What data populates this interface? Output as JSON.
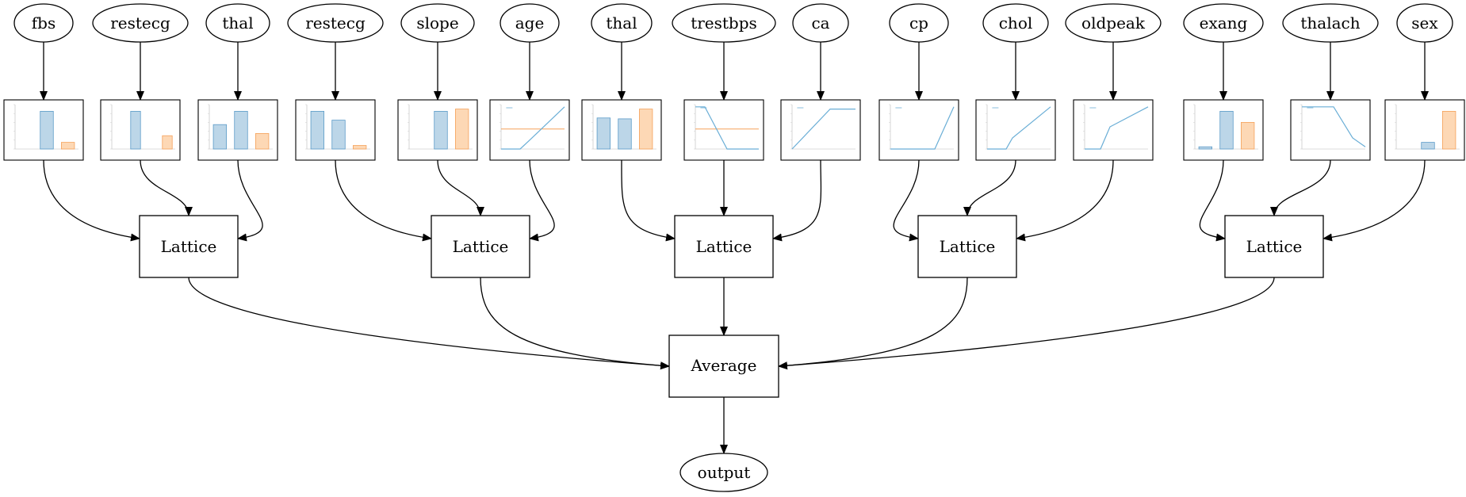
{
  "colors": {
    "stroke": "#000000",
    "blue_fill": "#bcd6e8",
    "blue_stroke": "#5b9bc8",
    "orange_fill": "#fdd8b5",
    "orange_stroke": "#f5a15a",
    "line_blue": "#6aaed6",
    "line_orange": "#f5a15a"
  },
  "features": [
    "fbs",
    "restecg",
    "thal",
    "restecg",
    "slope",
    "age",
    "thal",
    "trestbps",
    "ca",
    "cp",
    "chol",
    "oldpeak",
    "exang",
    "thalach",
    "sex"
  ],
  "plots": [
    {
      "kind": "bar",
      "values": [
        0.0,
        0.85,
        0.15
      ]
    },
    {
      "kind": "bar",
      "values": [
        0.0,
        0.85,
        0.0,
        0.3
      ]
    },
    {
      "kind": "bar",
      "values": [
        0.55,
        0.85,
        0.35
      ]
    },
    {
      "kind": "bar",
      "values": [
        0.85,
        0.65,
        0.08
      ]
    },
    {
      "kind": "bar",
      "values": [
        0.0,
        0.85,
        0.9
      ]
    },
    {
      "kind": "line",
      "series": [
        [
          0,
          0
        ],
        [
          0.3,
          0
        ],
        [
          0.45,
          0.2
        ],
        [
          1,
          0.95
        ]
      ],
      "flat": 0.45
    },
    {
      "kind": "bar",
      "values": [
        0.7,
        0.68,
        0.9
      ]
    },
    {
      "kind": "line",
      "series": [
        [
          0,
          0.95
        ],
        [
          0.15,
          0.95
        ],
        [
          0.5,
          0
        ],
        [
          1,
          0
        ]
      ],
      "flat": 0.45
    },
    {
      "kind": "line",
      "series": [
        [
          0,
          0
        ],
        [
          0.6,
          0.9
        ],
        [
          1,
          0.9
        ]
      ],
      "flat": null
    },
    {
      "kind": "line",
      "series": [
        [
          0,
          0
        ],
        [
          0.7,
          0
        ],
        [
          1,
          0.95
        ]
      ],
      "flat": null
    },
    {
      "kind": "line",
      "series": [
        [
          0,
          0
        ],
        [
          0.3,
          0
        ],
        [
          0.4,
          0.25
        ],
        [
          1,
          0.95
        ]
      ],
      "flat": null
    },
    {
      "kind": "line",
      "series": [
        [
          0,
          0
        ],
        [
          0.25,
          0
        ],
        [
          0.4,
          0.5
        ],
        [
          1,
          0.95
        ]
      ],
      "flat": null
    },
    {
      "kind": "bar",
      "values": [
        0.05,
        0.85,
        0.6
      ]
    },
    {
      "kind": "line",
      "series": [
        [
          0,
          0.95
        ],
        [
          0.5,
          0.95
        ],
        [
          0.8,
          0.25
        ],
        [
          1,
          0.05
        ]
      ],
      "flat": null
    },
    {
      "kind": "bar",
      "values": [
        0.0,
        0.15,
        0.85
      ]
    }
  ],
  "lattices": [
    "Lattice",
    "Lattice",
    "Lattice",
    "Lattice",
    "Lattice"
  ],
  "average_label": "Average",
  "output_label": "output"
}
